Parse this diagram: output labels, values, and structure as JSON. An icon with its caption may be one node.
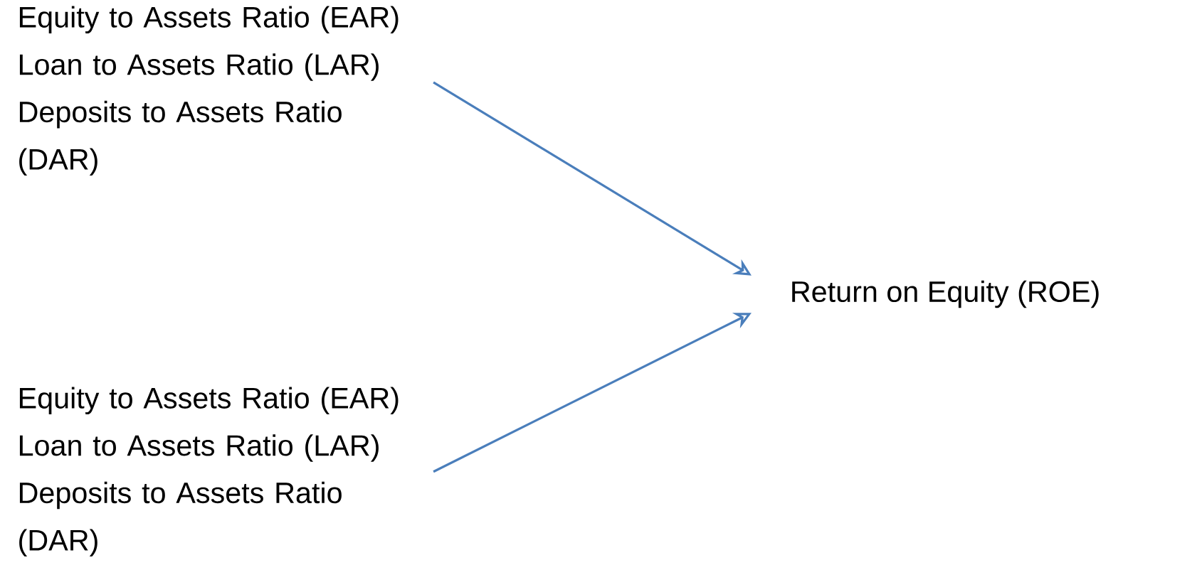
{
  "diagram": {
    "nodes": [
      {
        "text": [
          "Equity to Assets Ratio (EAR)",
          "Loan to Assets Ratio (LAR)",
          "Deposits to Assets Ratio (DAR)"
        ]
      },
      {
        "text": [
          "Return on Equity (ROE)"
        ]
      },
      {
        "text": [
          "Equity to Assets Ratio (EAR)",
          "Loan to Assets Ratio (LAR)",
          "Deposits to Assets Ratio (DAR)"
        ]
      }
    ],
    "edges": [
      {
        "from": 0,
        "to": 1,
        "arrow": "to"
      },
      {
        "from": 2,
        "to": 1,
        "arrow": "to"
      }
    ]
  }
}
